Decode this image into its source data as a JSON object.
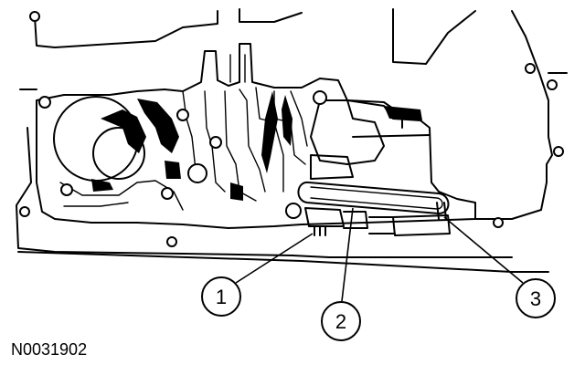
{
  "figure_id": "N0031902",
  "callouts": [
    {
      "label": "1"
    },
    {
      "label": "2"
    },
    {
      "label": "3"
    }
  ]
}
